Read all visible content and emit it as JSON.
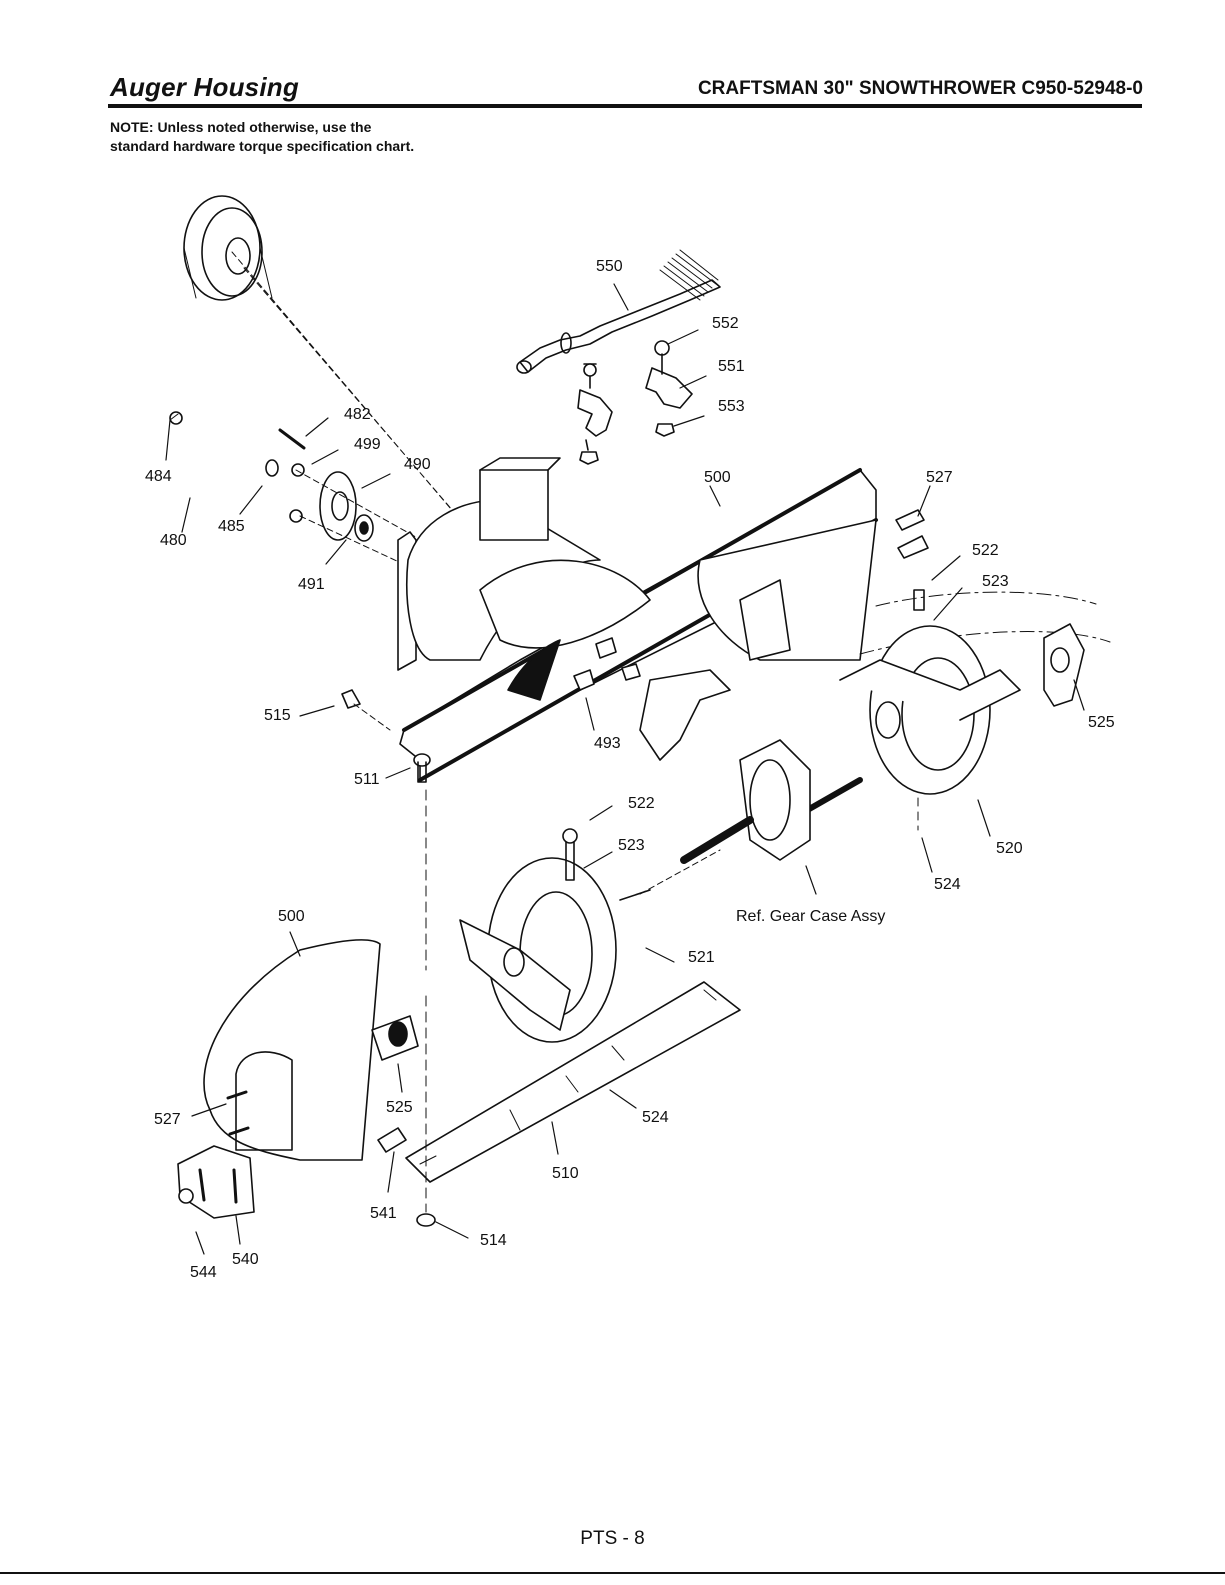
{
  "header": {
    "title": "Auger Housing",
    "model": "CRAFTSMAN 30\" SNOWTHROWER C950-52948-0"
  },
  "note": "NOTE: Unless noted otherwise, use the standard hardware torque specification chart.",
  "callouts": {
    "c550": "550",
    "c552": "552",
    "c551": "551",
    "c553": "553",
    "c482": "482",
    "c499": "499",
    "c490": "490",
    "c484": "484",
    "c480": "480",
    "c485": "485",
    "c491": "491",
    "c500a": "500",
    "c527a": "527",
    "c522a": "522",
    "c523a": "523",
    "c525a": "525",
    "c515": "515",
    "c493": "493",
    "c511": "511",
    "c522b": "522",
    "c523b": "523",
    "c520": "520",
    "c524a": "524",
    "c521": "521",
    "c500b": "500",
    "c527b": "527",
    "c525b": "525",
    "c524b": "524",
    "c510": "510",
    "c541": "541",
    "c514": "514",
    "c540": "540",
    "c544": "544"
  },
  "ref_label": "Ref. Gear Case Assy",
  "footer": "PTS - 8"
}
